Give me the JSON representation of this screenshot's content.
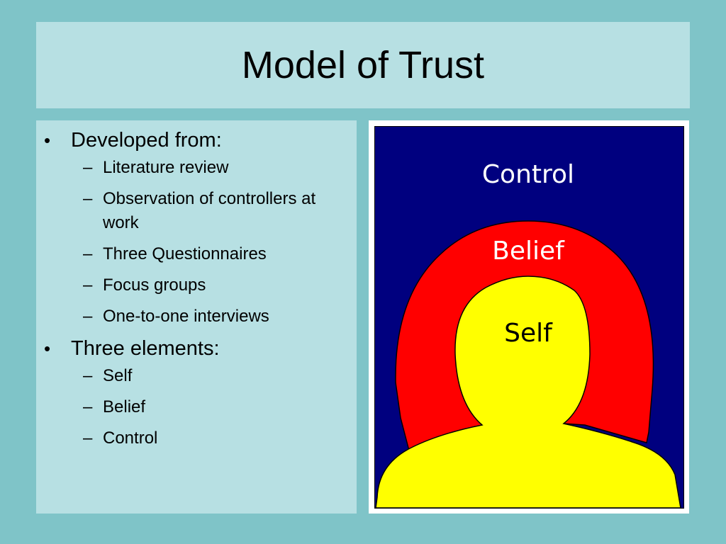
{
  "slide": {
    "title": "Model of Trust"
  },
  "bullets": [
    {
      "text": "Developed from:",
      "subitems": [
        "Literature review",
        "Observation of controllers at work",
        "Three Questionnaires",
        "Focus groups",
        "One-to-one interviews"
      ]
    },
    {
      "text": "Three elements:",
      "subitems": [
        "Self",
        "Belief",
        "Control"
      ]
    }
  ],
  "figure": {
    "outer_label": "Control",
    "middle_label": "Belief",
    "inner_label": "Self",
    "colors": {
      "outer": "#00007f",
      "middle": "#ff0000",
      "inner": "#ffff00",
      "outer_text": "#ffffff",
      "middle_text": "#ffffff",
      "inner_text": "#000000"
    }
  },
  "markers": {
    "bullet": "•",
    "dash": "–"
  }
}
